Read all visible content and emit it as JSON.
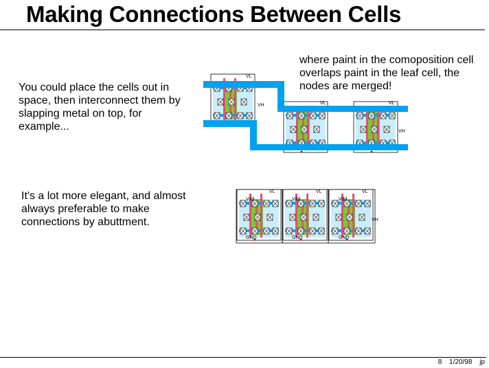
{
  "slide": {
    "title": "Making Connections Between Cells",
    "para_space": "You could place the cells out in space, then interconnect them by slapping metal on top, for example...",
    "para_merge": "where paint in the comoposition cell overlaps paint in the leaf cell, the nodes are merged!",
    "para_abut": "It's a lot more elegant, and almost always preferable to make connections by abuttment."
  },
  "footer": {
    "page": "8",
    "date": "1/20/98",
    "author": "jp"
  },
  "cell_labels": {
    "in": "VL",
    "out": "VH",
    "vdd": "Vdd",
    "gnd": "GND"
  },
  "colors": {
    "metal": "#00a2f0",
    "poly": "#f04a7a",
    "diffusion": "#6fcf30",
    "well": "#c9eefb",
    "contact": "#404040"
  }
}
